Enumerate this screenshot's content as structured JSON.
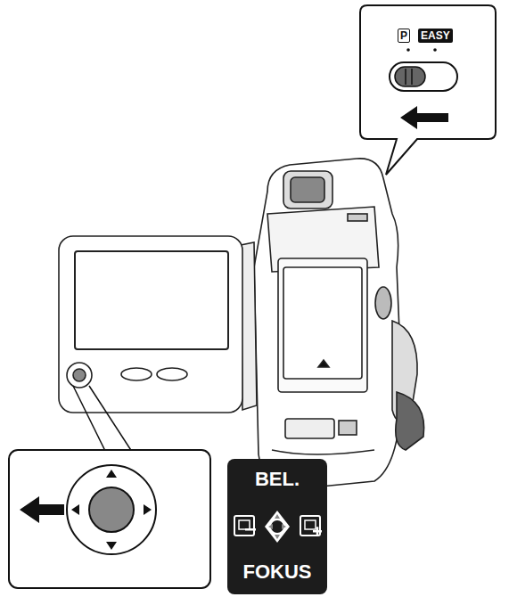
{
  "diagram": {
    "nodes": [
      {
        "text": [
          "P"
        ]
      },
      {
        "text": [
          "EASY"
        ]
      },
      {
        "text": [
          "BEL.",
          "FOKUS"
        ]
      }
    ]
  }
}
